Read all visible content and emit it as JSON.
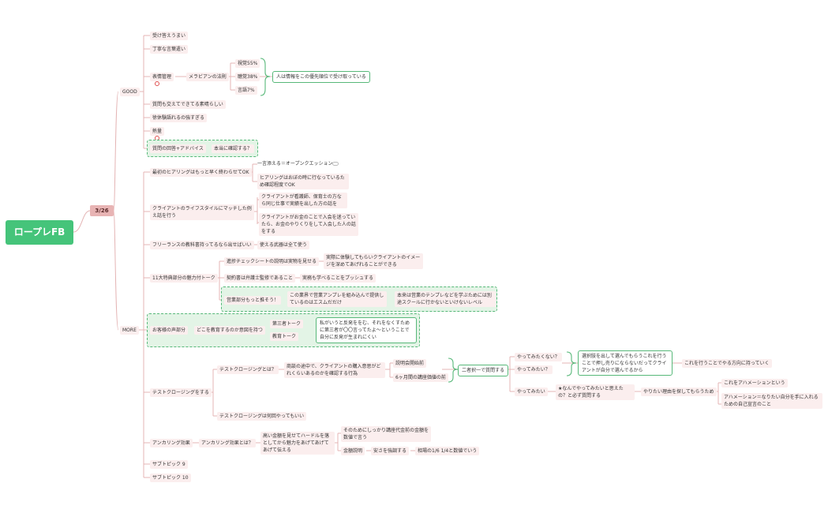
{
  "root": "ロープレFB",
  "date": "3/26",
  "good": {
    "label": "GOOD",
    "items": [
      "受け答えうまい",
      "丁寧な言葉遣い",
      "表情管理",
      "質問も交えてできてる素晴らしい",
      "徐休験語れるの強すぎる",
      "熱量",
      "質問の回答+アドバイス"
    ],
    "mehrabian": "メラビアンの法則",
    "percentages": [
      "視覚55%",
      "聴覚38%",
      "言語7%"
    ],
    "summary": "人は情報をこの優先順位で受け取っている",
    "confirm": "本当に確認する？"
  },
  "more": {
    "label": "MORE",
    "items": {
      "hearing": "最初のヒアリングはもっと早く終わらせてOK",
      "lifestyle": "クライアントのライフスタイルにマッチした例え話を行う",
      "freelance": "フリーランスの教科書持ってるなら出せばいい",
      "tokuten": "11大特典部分の魅力付トーク",
      "voice": "お客様の声部分",
      "closing": "テストクロージングをする",
      "anchoring": "アンカリング効果",
      "sub9": "サブトピック 9",
      "sub10": "サブトピック 10"
    },
    "hearing_children": [
      "一言添える＝オープンクエッション",
      "ヒアリングはおぼの時に行なっているため確認程度でOK"
    ],
    "lifestyle_children": [
      "クライアントが看護師、保育士の方なら同じ仕事で実績を出した方の話を",
      "クライアントがお金のことで入会を迷っていたら、お金のやりくりをして入会した人の話をする"
    ],
    "freelance_child": "使える武器は全て使う",
    "tokuten_children": {
      "check": "進捗チェックシートの説明は実物を見せる",
      "check_detail": "実際に体験してもらいクライアントのイメージを深めてあげれることができる",
      "contract": "契約書は弁護士監修であること",
      "contract_detail": "実務も学べることをプッシュする",
      "sales": "営業部分もっと推そう！",
      "sales_detail": "この業界で営業アンプレを組み込んで提供しているのはエスムだだけ",
      "sales_note": "本来は営業のテンプレなどを学ぶためには別途スクールに行かないといけないレベル"
    },
    "voice_children": {
      "purpose": "どこを教育するのか意図を持つ",
      "third": "第三者トーク",
      "edu": "教育トーク",
      "note": "私がいうと反発ををむ、それをなくすために第三者が〇〇言ってたよ〜ということで自分に反発が生まれにくい"
    },
    "closing_children": {
      "what": "テストクロージングとは？",
      "what_detail": "商談の途中で、クライアントの購入意思がどれくらいあるのかを確認する行為",
      "before": "説明会開始前",
      "six": "6ヶ月間の講座価値の前",
      "choice": "二者択一で質問する",
      "q1": "やってみたくない？",
      "q2": "やってみたい？",
      "q3": "やってみたい",
      "q1_box": "選択肢を出して選んでもらうこれを行うことで押し売りにならないだってクライアントが自分で選んでるから",
      "q1_result": "これを行うことでやる方向に持っていく",
      "why": "★なんでやってみたいと思えたの？と必ず質問する",
      "reason": "やりたい理由を探してもらうため",
      "affirm": "これをアハメーションという",
      "affirm_detail": "アハメーション＝なりたい自分を手に入れるための自己宣言のこと",
      "count": "テストクロージングは何回やってもいい"
    },
    "anchoring_children": {
      "what": "アンカリング効果とは？",
      "detail": "高い金額を見せてハードルを落としてから魅力をあげてあげてあげて伝える",
      "reason": "そのためにしっかり講座代金前の金額を数値で言う",
      "price": "金額説明",
      "cheap": "安さを強調する",
      "market": "相場の1/6 1/4と数値でいう"
    }
  }
}
